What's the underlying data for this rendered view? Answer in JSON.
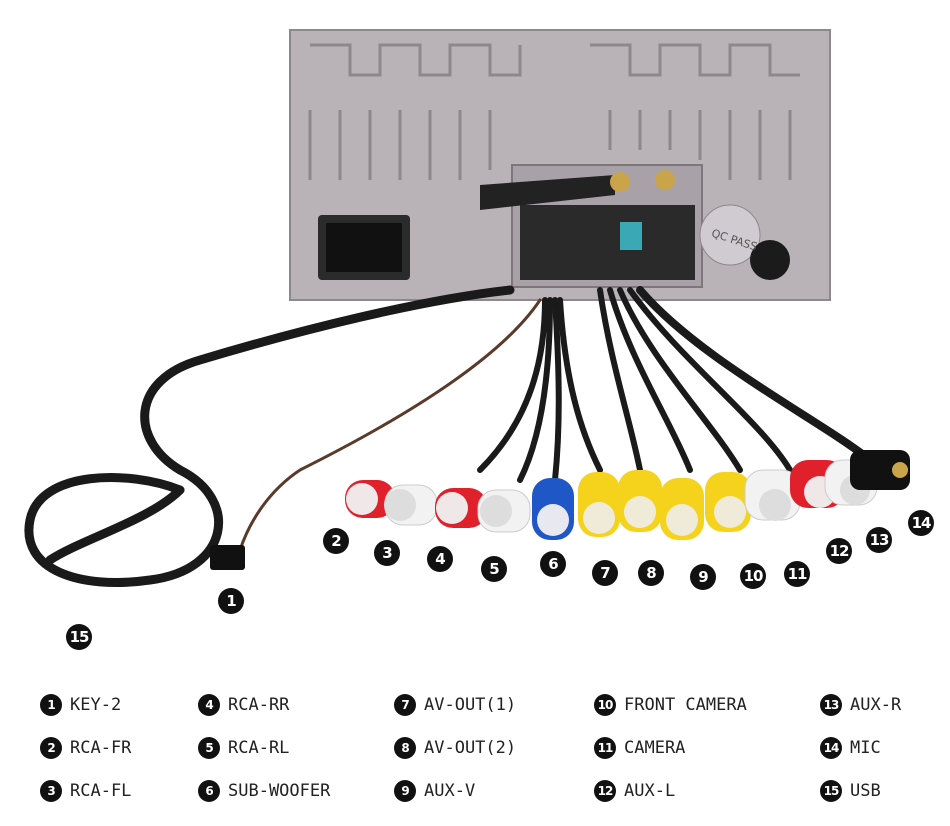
{
  "callouts": [
    {
      "n": "1"
    },
    {
      "n": "2"
    },
    {
      "n": "3"
    },
    {
      "n": "4"
    },
    {
      "n": "5"
    },
    {
      "n": "6"
    },
    {
      "n": "7"
    },
    {
      "n": "8"
    },
    {
      "n": "9"
    },
    {
      "n": "10"
    },
    {
      "n": "11"
    },
    {
      "n": "12"
    },
    {
      "n": "13"
    },
    {
      "n": "14"
    },
    {
      "n": "15"
    }
  ],
  "legend": [
    {
      "n": "1",
      "label": "KEY-2"
    },
    {
      "n": "2",
      "label": "RCA-FR"
    },
    {
      "n": "3",
      "label": "RCA-FL"
    },
    {
      "n": "4",
      "label": "RCA-RR"
    },
    {
      "n": "5",
      "label": "RCA-RL"
    },
    {
      "n": "6",
      "label": "SUB-WOOFER"
    },
    {
      "n": "7",
      "label": "AV-OUT(1)"
    },
    {
      "n": "8",
      "label": "AV-OUT(2)"
    },
    {
      "n": "9",
      "label": "AUX-V"
    },
    {
      "n": "10",
      "label": "FRONT CAMERA"
    },
    {
      "n": "11",
      "label": "CAMERA"
    },
    {
      "n": "12",
      "label": "AUX-L"
    },
    {
      "n": "13",
      "label": "AUX-R"
    },
    {
      "n": "14",
      "label": "MIC"
    },
    {
      "n": "15",
      "label": "USB"
    }
  ],
  "unit_labels": {
    "qc_stamp": "QC PASS"
  },
  "colors": {
    "housing": "#b9b3b8",
    "cable": "#1a1a1a",
    "rca_red": "#e0202a",
    "rca_white": "#f2f2f2",
    "rca_yellow": "#f5d21c",
    "rca_blue": "#1f57c6",
    "antenna_gold": "#c9a44a"
  }
}
